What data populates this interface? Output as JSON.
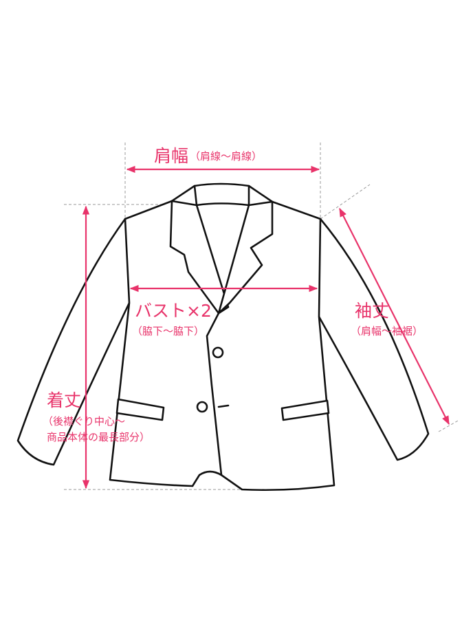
{
  "colors": {
    "accent": "#e8336a",
    "outline": "#111111",
    "guide": "#9a9a9a",
    "background": "#ffffff"
  },
  "labels": {
    "shoulder": {
      "title": "肩幅",
      "note": "（肩線～肩線）"
    },
    "bust": {
      "title": "バスト×2",
      "note": "（脇下～脇下）"
    },
    "sleeve": {
      "title": "袖丈",
      "note": "（肩幅～袖裾）"
    },
    "length": {
      "title": "着丈",
      "note_line1": "（後襟ぐり中心～",
      "note_line2": "商品本体の最長部分）"
    }
  }
}
